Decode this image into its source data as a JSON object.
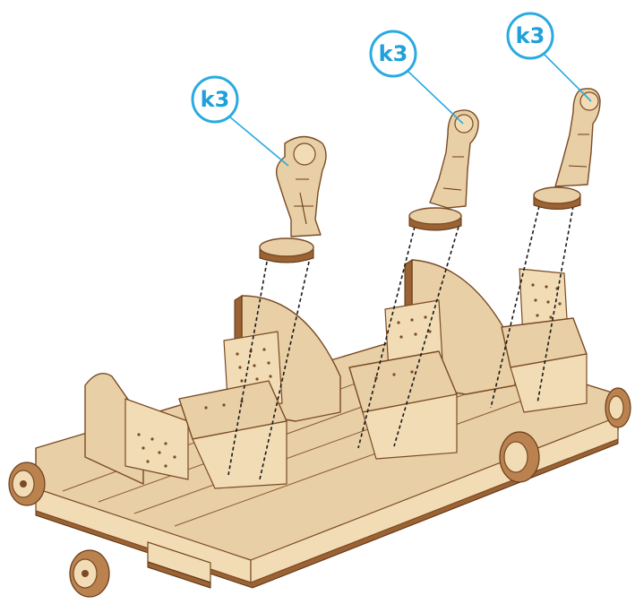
{
  "callouts": [
    {
      "label": "k3"
    },
    {
      "label": "k3"
    },
    {
      "label": "k3"
    }
  ],
  "colors": {
    "callout": "#29aae1",
    "wood": "#e8cfa6",
    "wood_edge": "#9b6233",
    "guide_line": "#1a1a1a"
  }
}
